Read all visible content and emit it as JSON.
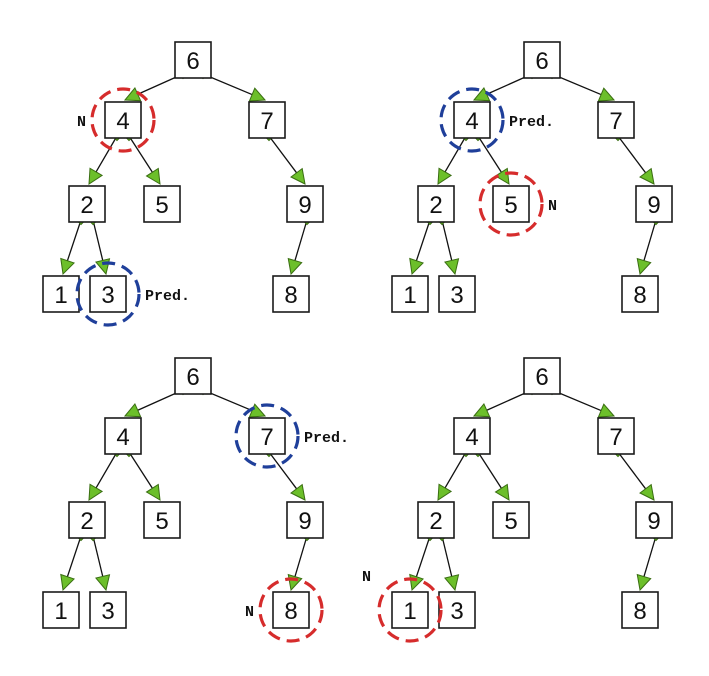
{
  "colors": {
    "current_ring": "#d62c2c",
    "predecessor_ring": "#1f3f9a",
    "arrow_fill": "#6cbf2a",
    "arrow_stroke": "#3a6e12",
    "box_stroke": "#1a1a1a"
  },
  "panels": [
    {
      "nodes": {
        "n6": "6",
        "n4": "4",
        "n7": "7",
        "n2": "2",
        "n5": "5",
        "n9": "9",
        "n1": "1",
        "n3": "3",
        "n8": "8"
      },
      "current": {
        "node": "n4",
        "label": "N"
      },
      "predecessor": {
        "node": "n3",
        "label": "Pred."
      }
    },
    {
      "nodes": {
        "n6": "6",
        "n4": "4",
        "n7": "7",
        "n2": "2",
        "n5": "5",
        "n9": "9",
        "n1": "1",
        "n3": "3",
        "n8": "8"
      },
      "current": {
        "node": "n5",
        "label": "N"
      },
      "predecessor": {
        "node": "n4",
        "label": "Pred."
      }
    },
    {
      "nodes": {
        "n6": "6",
        "n4": "4",
        "n7": "7",
        "n2": "2",
        "n5": "5",
        "n9": "9",
        "n1": "1",
        "n3": "3",
        "n8": "8"
      },
      "current": {
        "node": "n8",
        "label": "N"
      },
      "predecessor": {
        "node": "n7",
        "label": "Pred."
      }
    },
    {
      "nodes": {
        "n6": "6",
        "n4": "4",
        "n7": "7",
        "n2": "2",
        "n5": "5",
        "n9": "9",
        "n1": "1",
        "n3": "3",
        "n8": "8"
      },
      "current": {
        "node": "n1",
        "label": "N"
      }
    }
  ]
}
